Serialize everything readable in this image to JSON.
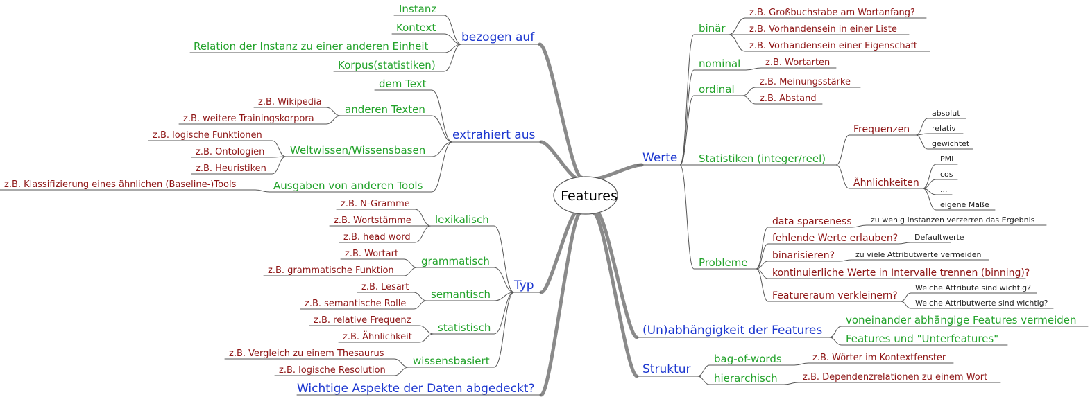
{
  "root": {
    "label": "Features"
  },
  "colors": {
    "blue": "#1b36cf",
    "green": "#22a22a",
    "red": "#8e1616",
    "black": "#222222",
    "branch": "#8a8a8a"
  },
  "nodes": {
    "bezogen": {
      "label": "bezogen auf"
    },
    "bz_instanz": {
      "label": "Instanz"
    },
    "bz_kontext": {
      "label": "Kontext"
    },
    "bz_relation": {
      "label": "Relation der Instanz zu einer anderen Einheit"
    },
    "bz_korpus": {
      "label": "Korpus(statistiken)"
    },
    "extrahiert": {
      "label": "extrahiert aus"
    },
    "ex_text": {
      "label": "dem Text"
    },
    "ex_anderen": {
      "label": "anderen Texten"
    },
    "ex_wiki": {
      "label": "z.B. Wikipedia"
    },
    "ex_weitere": {
      "label": "z.B. weitere Trainingskorpora"
    },
    "ex_welt": {
      "label": "Weltwissen/Wissensbasen"
    },
    "ex_logfunk": {
      "label": "z.B. logische Funktionen"
    },
    "ex_onto": {
      "label": "z.B. Ontologien"
    },
    "ex_heur": {
      "label": "z.B. Heuristiken"
    },
    "ex_ausgaben": {
      "label": "Ausgaben von anderen Tools"
    },
    "ex_klass": {
      "label": "z.B. Klassifizierung eines ähnlichen (Baseline-)Tools"
    },
    "typ": {
      "label": "Typ"
    },
    "ty_lex": {
      "label": "lexikalisch"
    },
    "ty_ngram": {
      "label": "z.B. N-Gramme"
    },
    "ty_stamm": {
      "label": "z.B. Wortstämme"
    },
    "ty_head": {
      "label": "z.B. head word"
    },
    "ty_gram": {
      "label": "grammatisch"
    },
    "ty_wortart": {
      "label": "z.B. Wortart"
    },
    "ty_gramfunk": {
      "label": "z.B. grammatische Funktion"
    },
    "ty_sem": {
      "label": "semantisch"
    },
    "ty_lesart": {
      "label": "z.B. Lesart"
    },
    "ty_semrolle": {
      "label": "z.B. semantische Rolle"
    },
    "ty_stat": {
      "label": "statistisch"
    },
    "ty_relfreq": {
      "label": "z.B. relative Frequenz"
    },
    "ty_aehnl": {
      "label": "z.B. Ähnlichkeit"
    },
    "ty_wiss": {
      "label": "wissensbasiert"
    },
    "ty_thes": {
      "label": "z.B. Vergleich zu einem Thesaurus"
    },
    "ty_logres": {
      "label": "z.B. logische Resolution"
    },
    "wichtig": {
      "label": "Wichtige Aspekte der Daten abgedeckt?"
    },
    "werte": {
      "label": "Werte"
    },
    "we_binaer": {
      "label": "binär"
    },
    "we_gross": {
      "label": "z.B. Großbuchstabe am Wortanfang?"
    },
    "we_liste": {
      "label": "z.B. Vorhandensein in einer Liste"
    },
    "we_eigen": {
      "label": "z.B. Vorhandensein einer Eigenschaft"
    },
    "we_nominal": {
      "label": "nominal"
    },
    "we_wortarten": {
      "label": "z.B. Wortarten"
    },
    "we_ordinal": {
      "label": "ordinal"
    },
    "we_meinung": {
      "label": "z.B. Meinungsstärke"
    },
    "we_abstand": {
      "label": "z.B. Abstand"
    },
    "we_stat": {
      "label": "Statistiken (integer/reel)"
    },
    "we_freq": {
      "label": "Frequenzen"
    },
    "we_absolut": {
      "label": "absolut"
    },
    "we_relativ": {
      "label": "relativ"
    },
    "we_gewichtet": {
      "label": "gewichtet"
    },
    "we_aehnl": {
      "label": "Ähnlichkeiten"
    },
    "we_pmi": {
      "label": "PMI"
    },
    "we_cos": {
      "label": "cos"
    },
    "we_dots": {
      "label": "..."
    },
    "we_masse": {
      "label": "eigene Maße"
    },
    "we_probleme": {
      "label": "Probleme"
    },
    "pr_sparse": {
      "label": "data sparseness"
    },
    "pr_sparse_n": {
      "label": "zu wenig Instanzen verzerren das Ergebnis"
    },
    "pr_fehlend": {
      "label": "fehlende Werte erlauben?"
    },
    "pr_default": {
      "label": "Defaultwerte"
    },
    "pr_binar": {
      "label": "binarisieren?"
    },
    "pr_binar_n": {
      "label": "zu viele Attributwerte vermeiden"
    },
    "pr_kont": {
      "label": "kontinuierliche Werte in Intervalle trennen (binning)?"
    },
    "pr_raum": {
      "label": "Featureraum verkleinern?"
    },
    "pr_raum_n1": {
      "label": "Welche Attribute sind wichtig?"
    },
    "pr_raum_n2": {
      "label": "Welche Attributwerte sind wichtig?"
    },
    "abh": {
      "label": "(Un)abhängigkeit der Features"
    },
    "abh_vermeiden": {
      "label": "voneinander abhängige Features vermeiden"
    },
    "abh_unter": {
      "label": "Features und \"Unterfeatures\""
    },
    "struktur": {
      "label": "Struktur"
    },
    "st_bag": {
      "label": "bag-of-words"
    },
    "st_bag_n": {
      "label": "z.B. Wörter im Kontextfenster"
    },
    "st_hier": {
      "label": "hierarchisch"
    },
    "st_hier_n": {
      "label": "z.B. Dependenzrelationen zu einem Wort"
    }
  }
}
